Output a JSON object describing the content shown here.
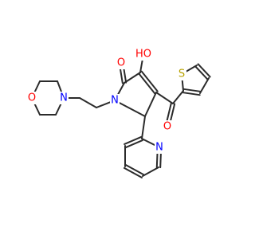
{
  "molecule": {
    "atom_labels": {
      "ketone_O": "O",
      "hydroxyl": "HO",
      "ring_N": "N",
      "morph_N": "N",
      "morph_O": "O",
      "thio_S": "S",
      "acyl_O": "O",
      "pyr_N": "N"
    },
    "colors": {
      "bond": "#2b2b2b",
      "oxygen": "#ff0000",
      "nitrogen": "#0000ff",
      "sulfur": "#b8a200"
    }
  }
}
